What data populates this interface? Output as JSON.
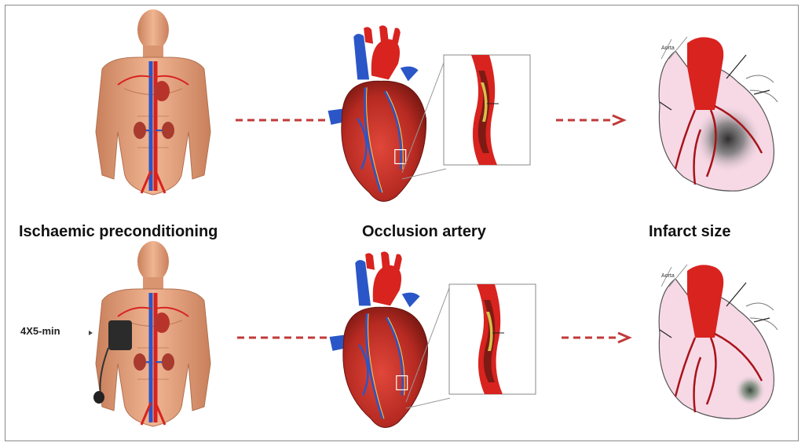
{
  "labels": {
    "ischaemic_preconditioning": "Ischaemic preconditioning",
    "occlusion_artery": "Occlusion artery",
    "infarct_size": "Infarct size",
    "cuff_protocol": "4X5-min",
    "aorta_top": "Aorta",
    "aorta_bottom": "Aorta"
  },
  "colors": {
    "skin": "#e9a883",
    "artery_red": "#d8231f",
    "vein_blue": "#2a56c8",
    "arrow": "#c23a3a",
    "heart_pink": "#f7d9e6",
    "infarct": "#555555"
  },
  "icons": {
    "body_top": "human-torso-icon",
    "body_bottom": "human-torso-with-cuff-icon",
    "heart": "anatomical-heart-icon",
    "artery": "occluded-artery-icon",
    "infarct_heart": "infarct-heart-diagram-icon"
  }
}
